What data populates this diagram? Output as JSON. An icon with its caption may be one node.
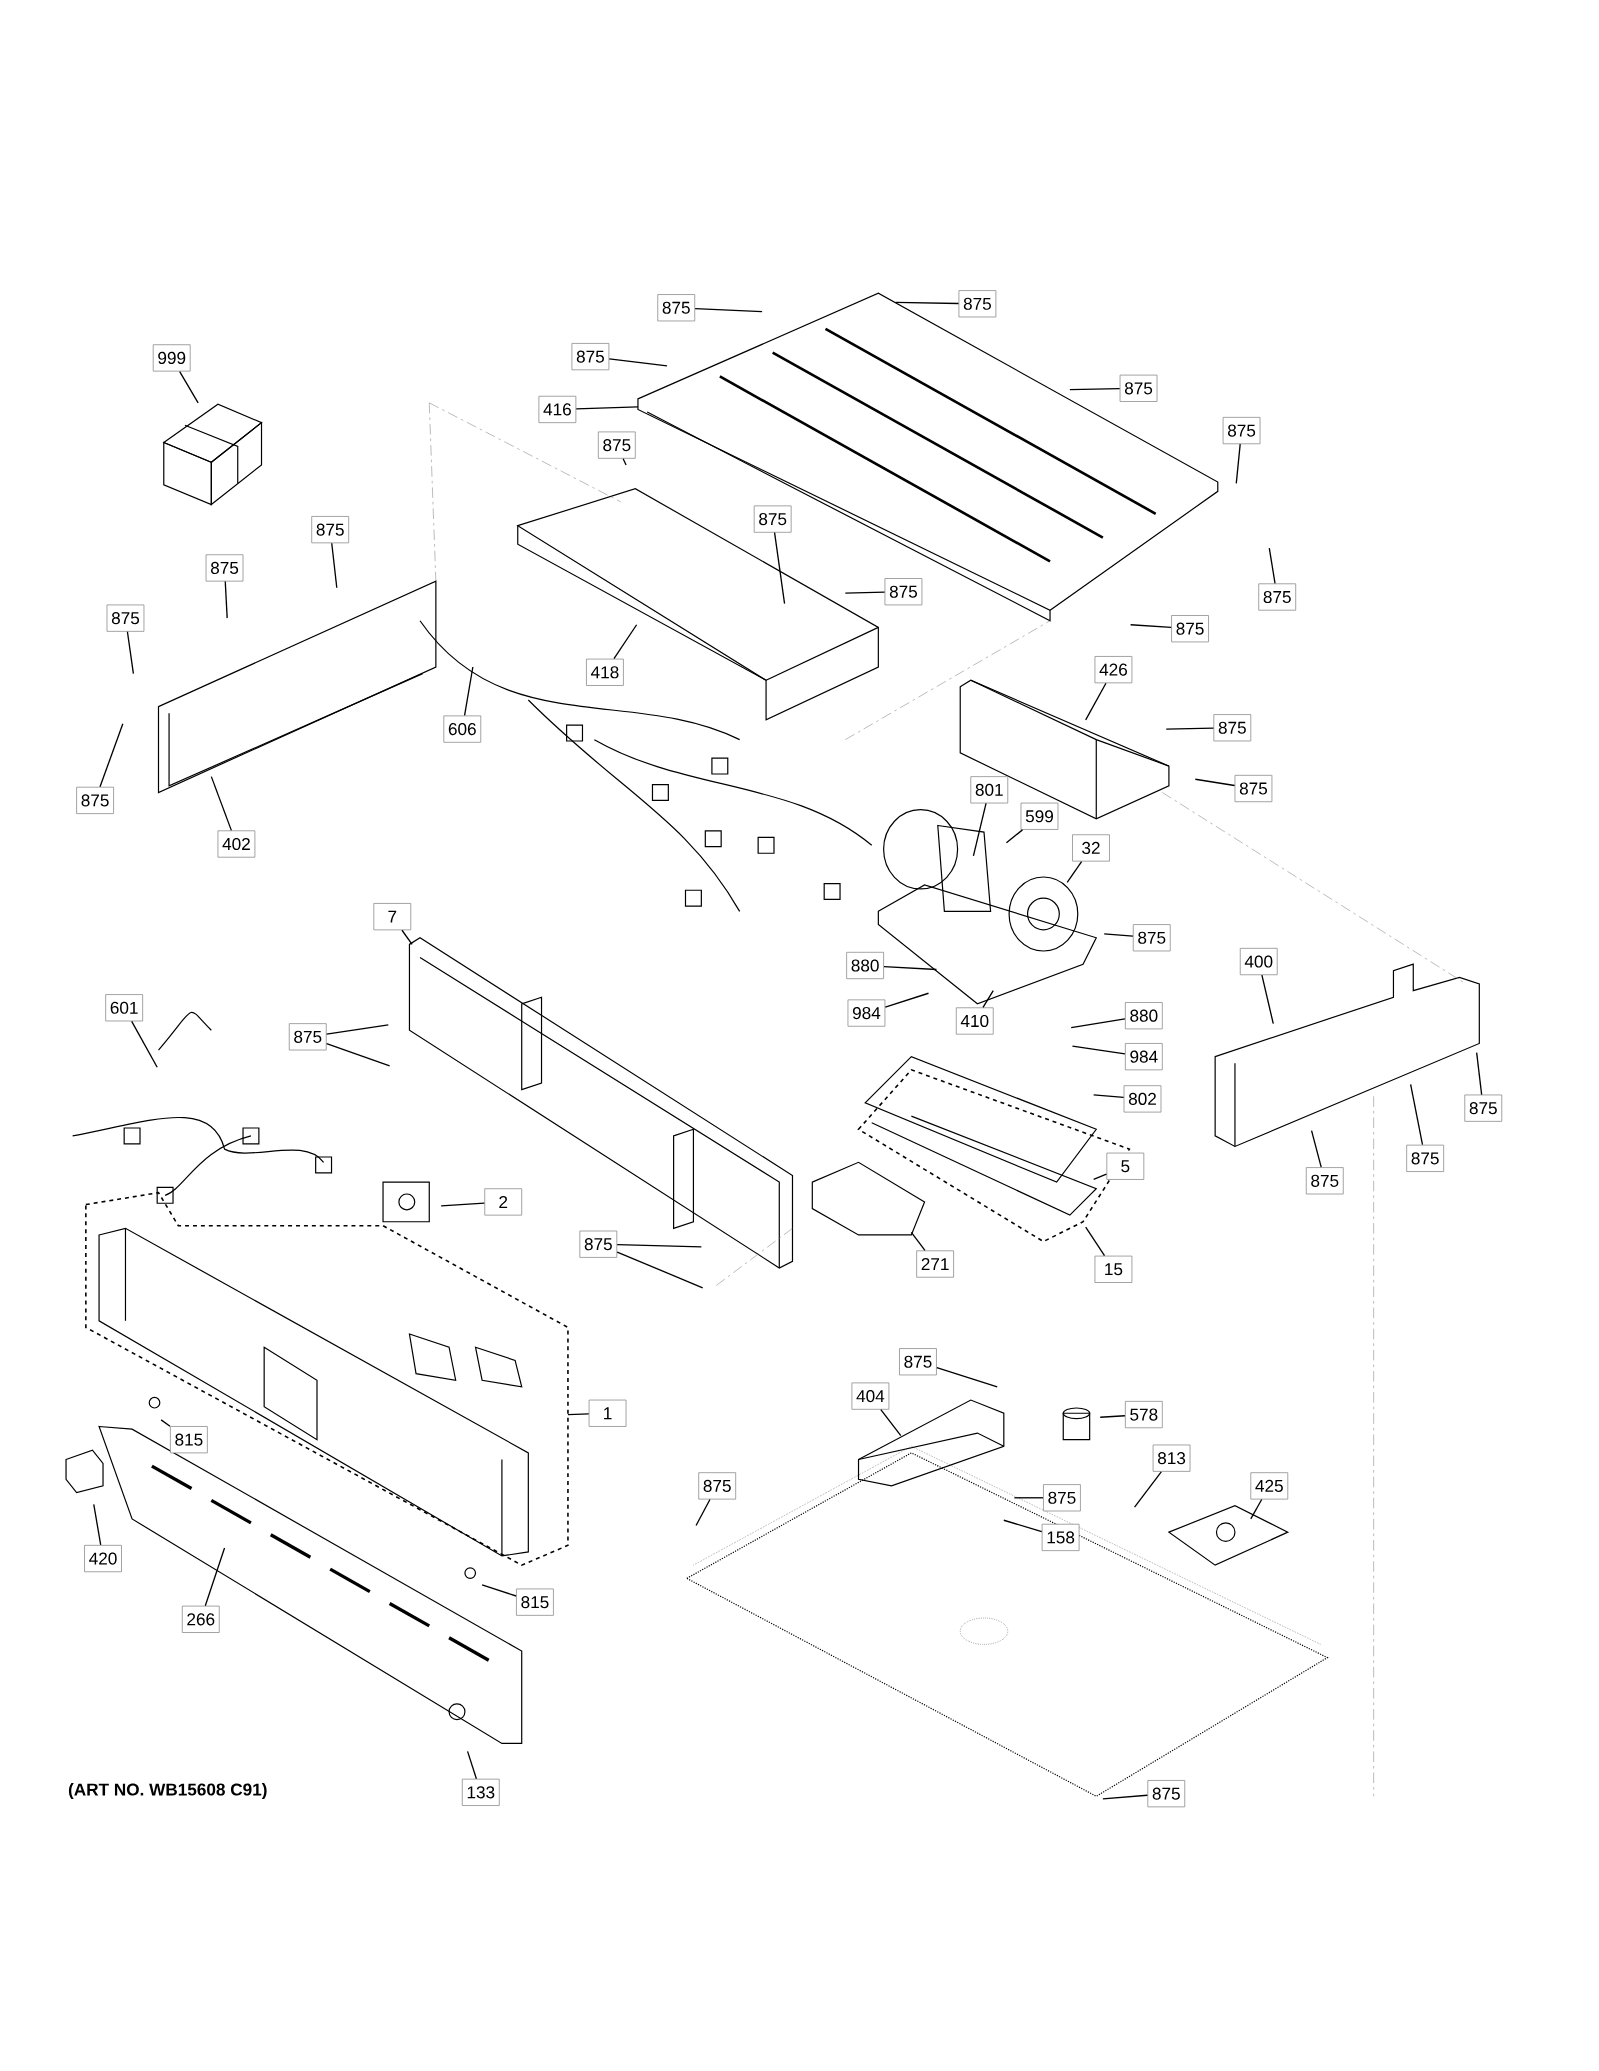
{
  "diagram": {
    "nodes": [
      {
        "text": [
          "999"
        ]
      },
      {
        "text": [
          "875"
        ]
      },
      {
        "text": [
          "875"
        ]
      },
      {
        "text": [
          "875"
        ]
      },
      {
        "text": [
          "416"
        ]
      },
      {
        "text": [
          "875"
        ]
      },
      {
        "text": [
          "875"
        ]
      },
      {
        "text": [
          "875"
        ]
      },
      {
        "text": [
          "875"
        ]
      },
      {
        "text": [
          "875"
        ]
      },
      {
        "text": [
          "875"
        ]
      },
      {
        "text": [
          "875"
        ]
      },
      {
        "text": [
          "875"
        ]
      },
      {
        "text": [
          "875"
        ]
      },
      {
        "text": [
          "875"
        ]
      },
      {
        "text": [
          "418"
        ]
      },
      {
        "text": [
          "606"
        ]
      },
      {
        "text": [
          "426"
        ]
      },
      {
        "text": [
          "875"
        ]
      },
      {
        "text": [
          "875"
        ]
      },
      {
        "text": [
          "875"
        ]
      },
      {
        "text": [
          "402"
        ]
      },
      {
        "text": [
          "801"
        ]
      },
      {
        "text": [
          "599"
        ]
      },
      {
        "text": [
          "32"
        ]
      },
      {
        "text": [
          "7"
        ]
      },
      {
        "text": [
          "875"
        ]
      },
      {
        "text": [
          "400"
        ]
      },
      {
        "text": [
          "880"
        ]
      },
      {
        "text": [
          "601"
        ]
      },
      {
        "text": [
          "875"
        ]
      },
      {
        "text": [
          "984"
        ]
      },
      {
        "text": [
          "410"
        ]
      },
      {
        "text": [
          "880"
        ]
      },
      {
        "text": [
          "984"
        ]
      },
      {
        "text": [
          "802"
        ]
      },
      {
        "text": [
          "875"
        ]
      },
      {
        "text": [
          "875"
        ]
      },
      {
        "text": [
          "875"
        ]
      },
      {
        "text": [
          "2"
        ]
      },
      {
        "text": [
          "5"
        ]
      },
      {
        "text": [
          "875"
        ]
      },
      {
        "text": [
          "271"
        ]
      },
      {
        "text": [
          "15"
        ]
      },
      {
        "text": [
          "875"
        ]
      },
      {
        "text": [
          "404"
        ]
      },
      {
        "text": [
          "578"
        ]
      },
      {
        "text": [
          "1"
        ]
      },
      {
        "text": [
          "815"
        ]
      },
      {
        "text": [
          "813"
        ]
      },
      {
        "text": [
          "875"
        ]
      },
      {
        "text": [
          "425"
        ]
      },
      {
        "text": [
          "875"
        ]
      },
      {
        "text": [
          "158"
        ]
      },
      {
        "text": [
          "420"
        ]
      },
      {
        "text": [
          "815"
        ]
      },
      {
        "text": [
          "266"
        ]
      },
      {
        "text": [
          "133"
        ]
      },
      {
        "text": [
          "875"
        ]
      }
    ],
    "edges": [
      {
        "from": 0,
        "to": null,
        "arrow": "none"
      },
      {
        "from": 1,
        "to": null,
        "arrow": "none"
      },
      {
        "from": 2,
        "to": null,
        "arrow": "none"
      },
      {
        "from": 3,
        "to": null,
        "arrow": "none"
      },
      {
        "from": 4,
        "to": null,
        "arrow": "none"
      },
      {
        "from": 5,
        "to": null,
        "arrow": "none"
      },
      {
        "from": 6,
        "to": null,
        "arrow": "none"
      },
      {
        "from": 7,
        "to": null,
        "arrow": "none"
      },
      {
        "from": 8,
        "to": null,
        "arrow": "none"
      },
      {
        "from": 9,
        "to": null,
        "arrow": "none"
      },
      {
        "from": 10,
        "to": null,
        "arrow": "none"
      },
      {
        "from": 11,
        "to": null,
        "arrow": "none"
      },
      {
        "from": 12,
        "to": null,
        "arrow": "none"
      },
      {
        "from": 13,
        "to": null,
        "arrow": "none"
      },
      {
        "from": 14,
        "to": null,
        "arrow": "none"
      },
      {
        "from": 15,
        "to": null,
        "arrow": "none"
      },
      {
        "from": 16,
        "to": null,
        "arrow": "none"
      },
      {
        "from": 17,
        "to": null,
        "arrow": "none"
      },
      {
        "from": 18,
        "to": null,
        "arrow": "none"
      },
      {
        "from": 19,
        "to": null,
        "arrow": "none"
      },
      {
        "from": 20,
        "to": null,
        "arrow": "none"
      },
      {
        "from": 21,
        "to": null,
        "arrow": "none"
      },
      {
        "from": 22,
        "to": null,
        "arrow": "none"
      },
      {
        "from": 23,
        "to": null,
        "arrow": "none"
      },
      {
        "from": 24,
        "to": null,
        "arrow": "none"
      },
      {
        "from": 25,
        "to": null,
        "arrow": "none"
      },
      {
        "from": 26,
        "to": null,
        "arrow": "none"
      },
      {
        "from": 27,
        "to": null,
        "arrow": "none"
      },
      {
        "from": 28,
        "to": null,
        "arrow": "none"
      },
      {
        "from": 29,
        "to": null,
        "arrow": "none"
      },
      {
        "from": 30,
        "to": null,
        "arrow": "none"
      },
      {
        "from": 30,
        "to": null,
        "arrow": "none"
      },
      {
        "from": 31,
        "to": null,
        "arrow": "none"
      },
      {
        "from": 32,
        "to": null,
        "arrow": "none"
      },
      {
        "from": 33,
        "to": null,
        "arrow": "none"
      },
      {
        "from": 34,
        "to": null,
        "arrow": "none"
      },
      {
        "from": 35,
        "to": null,
        "arrow": "none"
      },
      {
        "from": 36,
        "to": null,
        "arrow": "none"
      },
      {
        "from": 37,
        "to": null,
        "arrow": "none"
      },
      {
        "from": 38,
        "to": null,
        "arrow": "none"
      },
      {
        "from": 39,
        "to": null,
        "arrow": "none"
      },
      {
        "from": 40,
        "to": null,
        "arrow": "none"
      },
      {
        "from": 41,
        "to": null,
        "arrow": "none"
      },
      {
        "from": 41,
        "to": null,
        "arrow": "none"
      },
      {
        "from": 42,
        "to": null,
        "arrow": "none"
      },
      {
        "from": 43,
        "to": null,
        "arrow": "none"
      },
      {
        "from": 44,
        "to": null,
        "arrow": "none"
      },
      {
        "from": 45,
        "to": null,
        "arrow": "none"
      },
      {
        "from": 46,
        "to": null,
        "arrow": "none"
      },
      {
        "from": 47,
        "to": null,
        "arrow": "none"
      },
      {
        "from": 48,
        "to": null,
        "arrow": "none"
      },
      {
        "from": 49,
        "to": null,
        "arrow": "none"
      },
      {
        "from": 50,
        "to": null,
        "arrow": "none"
      },
      {
        "from": 51,
        "to": null,
        "arrow": "none"
      },
      {
        "from": 52,
        "to": null,
        "arrow": "none"
      },
      {
        "from": 53,
        "to": null,
        "arrow": "none"
      },
      {
        "from": 54,
        "to": null,
        "arrow": "none"
      },
      {
        "from": 55,
        "to": null,
        "arrow": "none"
      },
      {
        "from": 56,
        "to": null,
        "arrow": "none"
      },
      {
        "from": 57,
        "to": null,
        "arrow": "none"
      },
      {
        "from": 58,
        "to": null,
        "arrow": "none"
      }
    ],
    "labels": [
      "(ART NO. WB15608 C91)"
    ]
  }
}
